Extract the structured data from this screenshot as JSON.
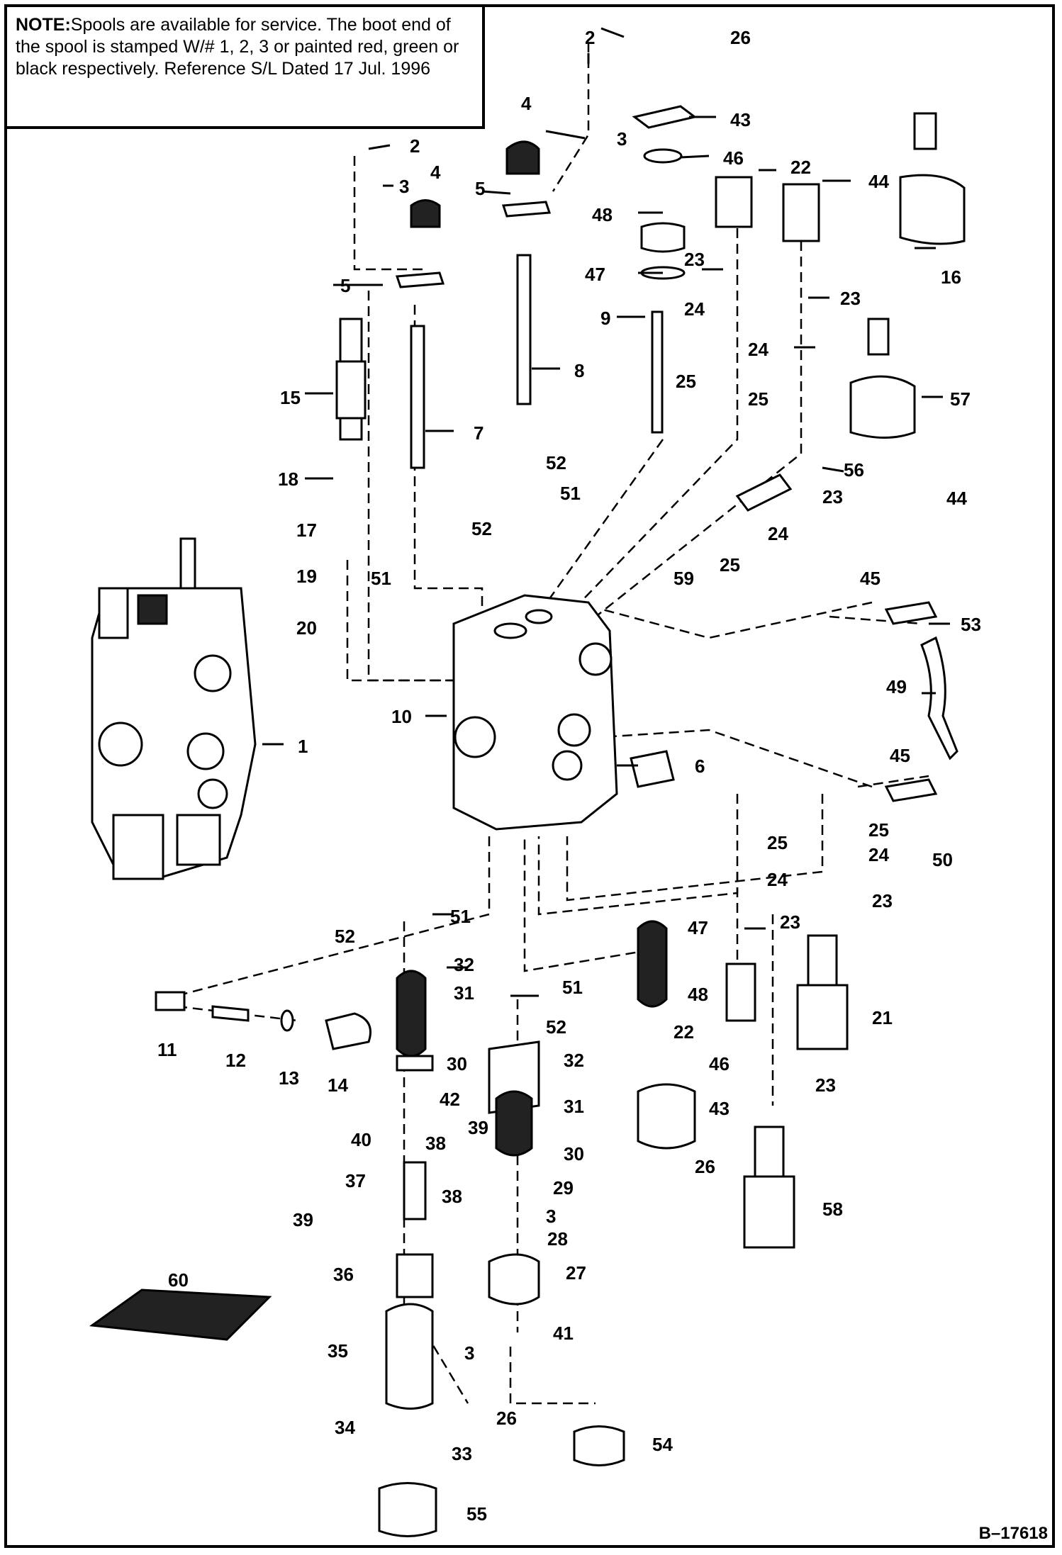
{
  "note": {
    "prefix": "NOTE:",
    "text": "Spools are available for service. The boot end of the spool is stamped W/# 1, 2, 3 or painted red, green or black respectively. Reference S/L Dated 17 Jul. 1996"
  },
  "figure_number": "B–17618",
  "callouts": {
    "c1": "1",
    "c2a": "2",
    "c2b": "2",
    "c3a": "3",
    "c3b": "3",
    "c3c": "3",
    "c3d": "3",
    "c4a": "4",
    "c4b": "4",
    "c5a": "5",
    "c5b": "5",
    "c6": "6",
    "c7": "7",
    "c8": "8",
    "c9": "9",
    "c10": "10",
    "c11": "11",
    "c12": "12",
    "c13": "13",
    "c14": "14",
    "c15": "15",
    "c16": "16",
    "c17": "17",
    "c18": "18",
    "c19": "19",
    "c20": "20",
    "c21": "21",
    "c22a": "22",
    "c22b": "22",
    "c23a": "23",
    "c23b": "23",
    "c23c": "23",
    "c23d": "23",
    "c23e": "23",
    "c23f": "23",
    "c24a": "24",
    "c24b": "24",
    "c24c": "24",
    "c24d": "24",
    "c24e": "24",
    "c25a": "25",
    "c25b": "25",
    "c25c": "25",
    "c25d": "25",
    "c25e": "25",
    "c26a": "26",
    "c26b": "26",
    "c26c": "26",
    "c27": "27",
    "c28": "28",
    "c29": "29",
    "c30a": "30",
    "c30b": "30",
    "c31a": "31",
    "c31b": "31",
    "c32a": "32",
    "c32b": "32",
    "c33": "33",
    "c34": "34",
    "c35": "35",
    "c36": "36",
    "c37": "37",
    "c38a": "38",
    "c38b": "38",
    "c39a": "39",
    "c39b": "39",
    "c40": "40",
    "c41": "41",
    "c42": "42",
    "c43a": "43",
    "c43b": "43",
    "c44a": "44",
    "c44b": "44",
    "c45a": "45",
    "c45b": "45",
    "c46a": "46",
    "c46b": "46",
    "c47a": "47",
    "c47b": "47",
    "c48a": "48",
    "c48b": "48",
    "c49": "49",
    "c50": "50",
    "c51a": "51",
    "c51b": "51",
    "c51c": "51",
    "c51d": "51",
    "c52a": "52",
    "c52b": "52",
    "c52c": "52",
    "c52d": "52",
    "c53": "53",
    "c54": "54",
    "c55": "55",
    "c56": "56",
    "c57": "57",
    "c58": "58",
    "c59": "59",
    "c60": "60"
  }
}
